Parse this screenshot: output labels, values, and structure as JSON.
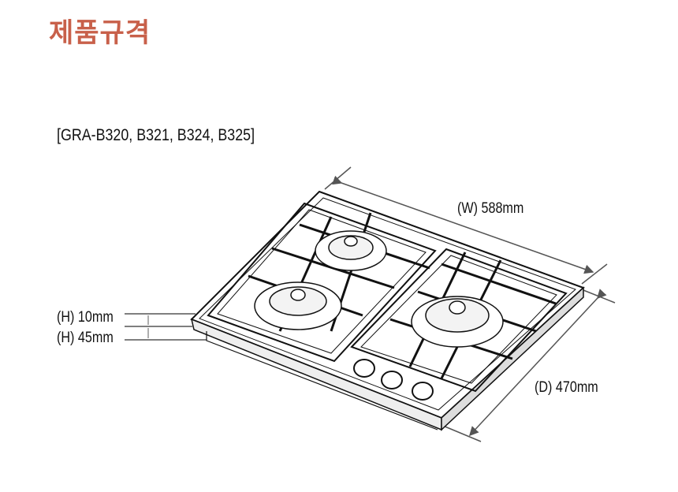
{
  "title": "제품규격",
  "models": "[GRA-B320, B321, B324, B325]",
  "dimensions": {
    "width": "(W) 588mm",
    "depth": "(D) 470mm",
    "height_top": "(H) 10mm",
    "height_body": "(H) 45mm"
  },
  "colors": {
    "title": "#c8604a",
    "line": "#111111"
  }
}
